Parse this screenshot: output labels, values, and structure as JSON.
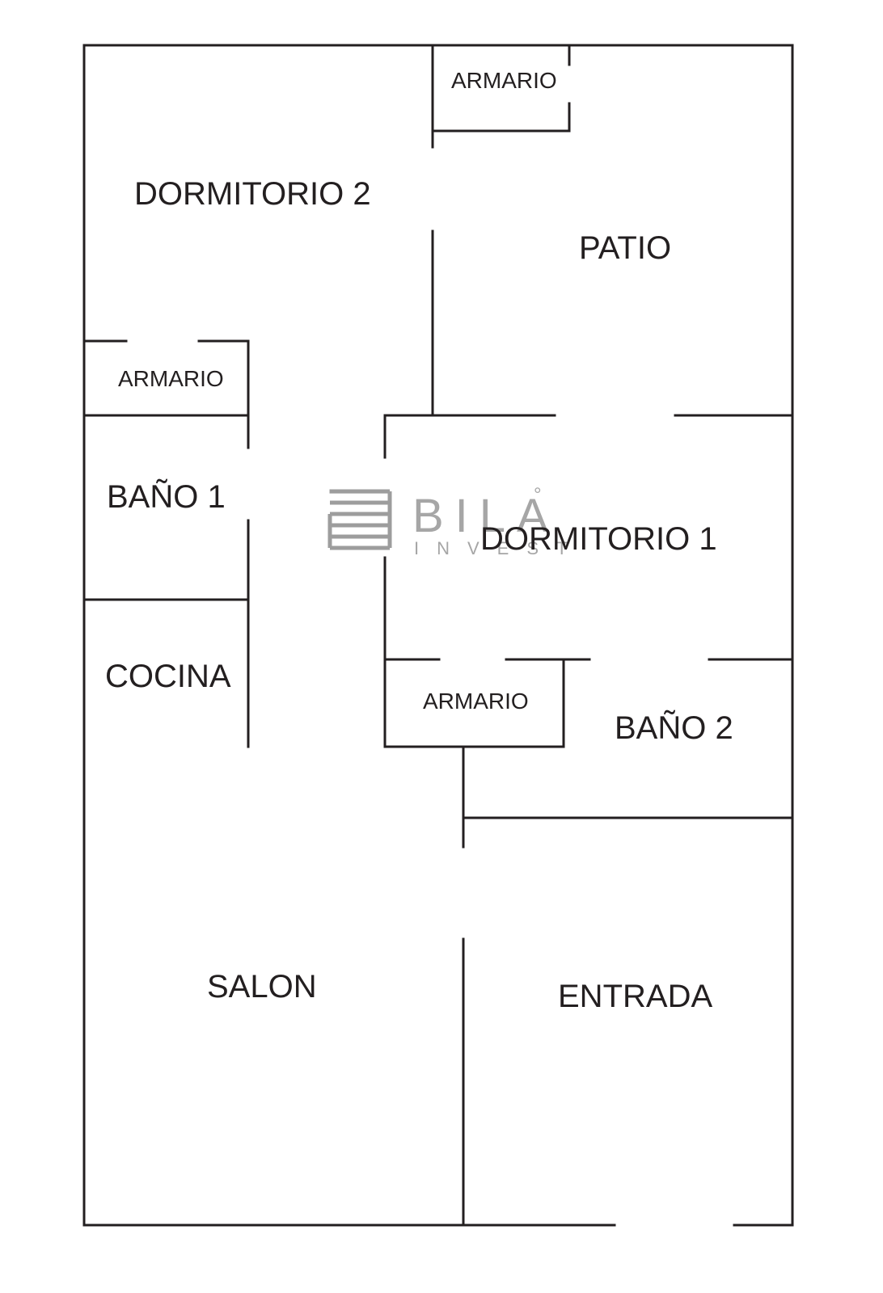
{
  "floor_plan": {
    "rooms": {
      "dormitorio_2": "DORMITORIO 2",
      "armario_top": "ARMARIO",
      "patio": "PATIO",
      "armario_left": "ARMARIO",
      "bano_1": "BAÑO 1",
      "dormitorio_1": "DORMITORIO 1",
      "cocina": "COCINA",
      "armario_center": "ARMARIO",
      "bano_2": "BAÑO 2",
      "salon": "SALON",
      "entrada": "ENTRADA"
    },
    "wall_color": "#231f20"
  },
  "watermark": {
    "brand": "BILA",
    "degree": "°",
    "sub": "INVEST",
    "color": "#a6a6a6",
    "icon": "bila-logo-icon"
  }
}
